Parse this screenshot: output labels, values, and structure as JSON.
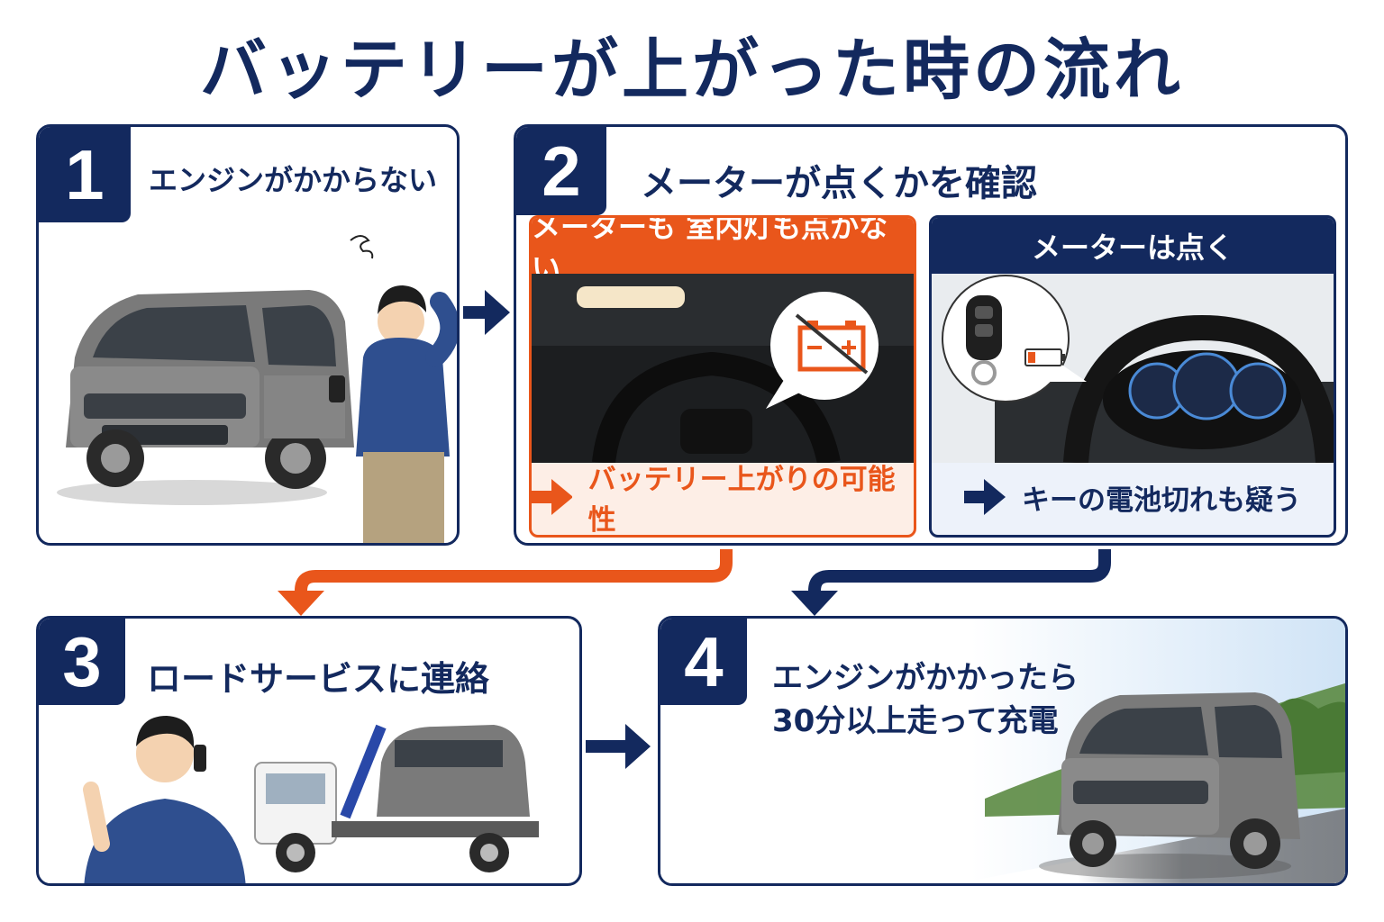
{
  "title": "バッテリーが上がった時の流れ",
  "colors": {
    "navy": "#13295e",
    "orange": "#e9561b",
    "light_orange": "#fdeee6",
    "light_blue": "#edf2fa"
  },
  "steps": [
    {
      "number": "1",
      "title": "エンジンがかからない"
    },
    {
      "number": "2",
      "title": "メーターが点くかを確認"
    },
    {
      "number": "3",
      "title": "ロードサービスに連絡"
    },
    {
      "number": "4",
      "title_line1": "エンジンがかかったら",
      "title_line2": "30分以上走って充電"
    }
  ],
  "check": {
    "left": {
      "header": "メーターも 室内灯も点かない",
      "result": "バッテリー上がりの可能性",
      "icon": "no-battery-icon"
    },
    "right": {
      "header": "メーターは点く",
      "result": "キーの電池切れも疑う",
      "icon": "smart-key-low-battery-icon"
    }
  }
}
